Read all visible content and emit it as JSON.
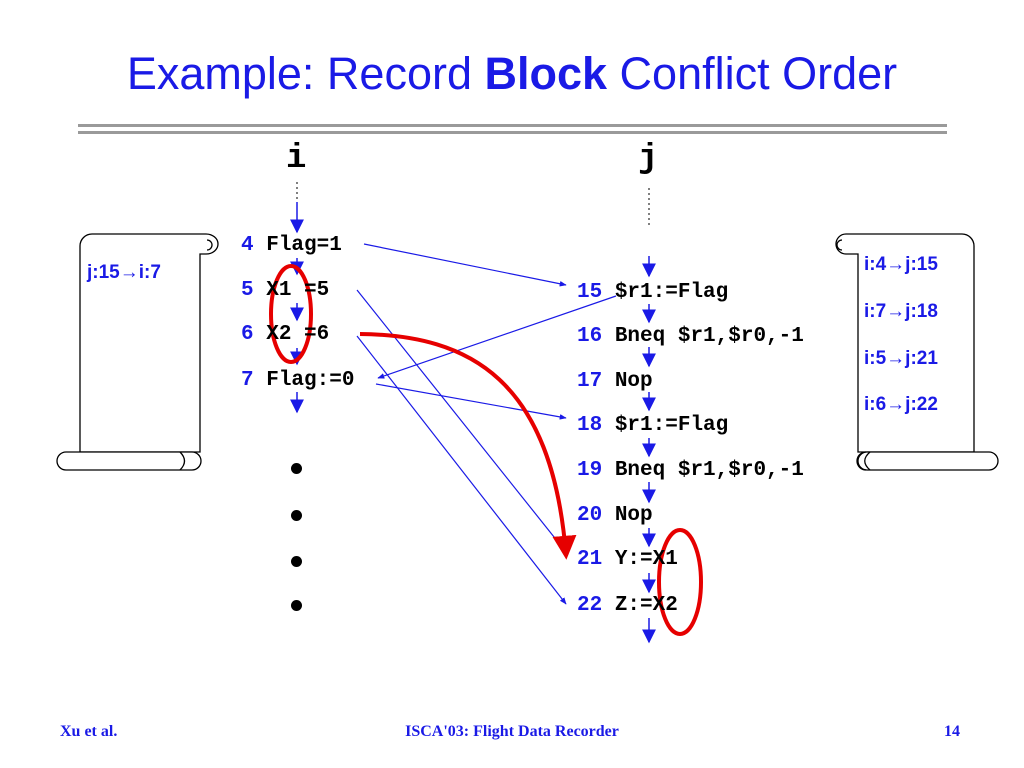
{
  "slide": {
    "title": {
      "prefix": "Example: Record ",
      "bold": "Block",
      "suffix": " Conflict Order"
    },
    "thread_i_label": "i",
    "thread_j_label": "j",
    "thread_i_code": [
      {
        "line": "4",
        "text": "Flag=1"
      },
      {
        "line": "5",
        "text": "X1 =5"
      },
      {
        "line": "6",
        "text": "X2 =6"
      },
      {
        "line": "7",
        "text": "Flag:=0"
      }
    ],
    "thread_j_code": [
      {
        "line": "15",
        "text": "$r1:=Flag"
      },
      {
        "line": "16",
        "text": "Bneq $r1,$r0,-1"
      },
      {
        "line": "17",
        "text": "Nop"
      },
      {
        "line": "18",
        "text": "$r1:=Flag"
      },
      {
        "line": "19",
        "text": "Bneq $r1,$r0,-1"
      },
      {
        "line": "20",
        "text": "Nop"
      },
      {
        "line": "21",
        "text": "Y:=X1"
      },
      {
        "line": "22",
        "text": "Z:=X2"
      }
    ],
    "left_scroll_entries": [
      "j:15→i:7"
    ],
    "right_scroll_entries": [
      "i:4→j:15",
      "i:7→j:18",
      "i:5→j:21",
      "i:6→j:22"
    ],
    "footer": {
      "left": "Xu et al.",
      "center": "ISCA'03: Flight Data Recorder",
      "right": "14"
    }
  },
  "colors": {
    "title": "#1a1ae6",
    "arrows": "#1a1ae6",
    "highlight": "#e60000",
    "rule": "#9a9a9a"
  }
}
